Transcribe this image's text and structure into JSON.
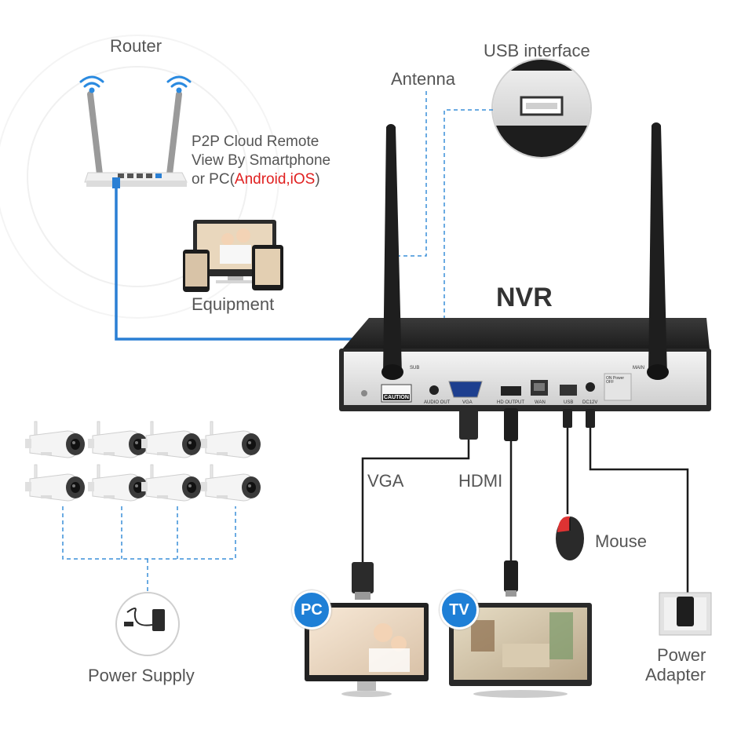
{
  "labels": {
    "router": "Router",
    "usb_interface": "USB interface",
    "antenna": "Antenna",
    "p2p_line1": "P2P Cloud Remote",
    "p2p_line2": "View By Smartphone",
    "p2p_line3_prefix": "or PC(",
    "p2p_line3_red": "Android,iOS",
    "p2p_line3_suffix": ")",
    "equipment": "Equipment",
    "nvr": "NVR",
    "vga": "VGA",
    "hdmi": "HDMI",
    "mouse": "Mouse",
    "power_supply": "Power Supply",
    "power_line1": "Power",
    "power_line2": "Adapter"
  },
  "badges": {
    "pc": "PC",
    "tv": "TV"
  },
  "nvr_ports": {
    "sub": "SUB",
    "caution": "CAUTION",
    "audio_out": "AUDIO OUT",
    "vga": "VGA",
    "hd_output": "HD OUTPUT",
    "wan": "WAN",
    "usb": "USB",
    "dc12v": "DC12V",
    "main": "MAIN",
    "switch": "ON Power OFF"
  },
  "colors": {
    "network_cable": "#2a7fd4",
    "dashed_line": "#3a8fd8",
    "badge": "#1e7fd6",
    "highlight": "#e02020"
  }
}
